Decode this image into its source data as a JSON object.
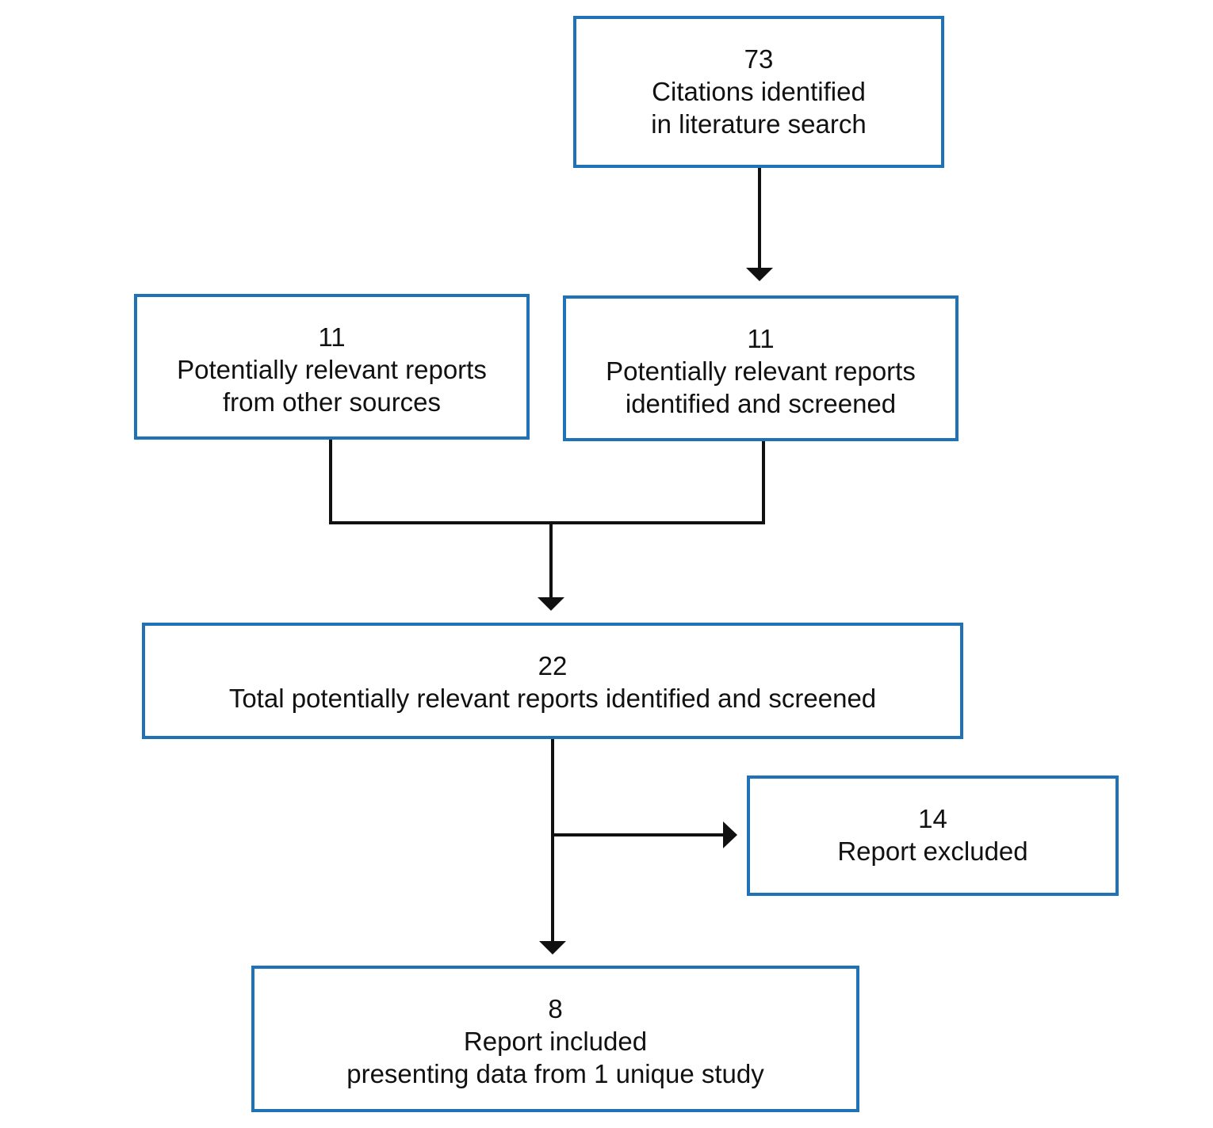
{
  "diagram": {
    "colors": {
      "box_border": "#1f72b8",
      "connector": "#111111"
    },
    "nodes": {
      "literature_search": {
        "count": "73",
        "line1": "Citations identified",
        "line2": "in literature search"
      },
      "other_sources": {
        "count": "11",
        "line1": "Potentially relevant reports",
        "line2": "from other sources"
      },
      "screened": {
        "count": "11",
        "line1": "Potentially relevant reports",
        "line2": "identified and screened"
      },
      "total": {
        "count": "22",
        "line1": "Total potentially relevant reports identified and screened"
      },
      "excluded": {
        "count": "14",
        "line1": "Report excluded"
      },
      "included": {
        "count": "8",
        "line1": "Report included",
        "line2": "presenting data from 1 unique study"
      }
    },
    "edges": [
      {
        "from": "literature_search",
        "to": "screened"
      },
      {
        "from": "other_sources",
        "to": "total"
      },
      {
        "from": "screened",
        "to": "total"
      },
      {
        "from": "total",
        "to": "excluded"
      },
      {
        "from": "total",
        "to": "included"
      }
    ]
  }
}
